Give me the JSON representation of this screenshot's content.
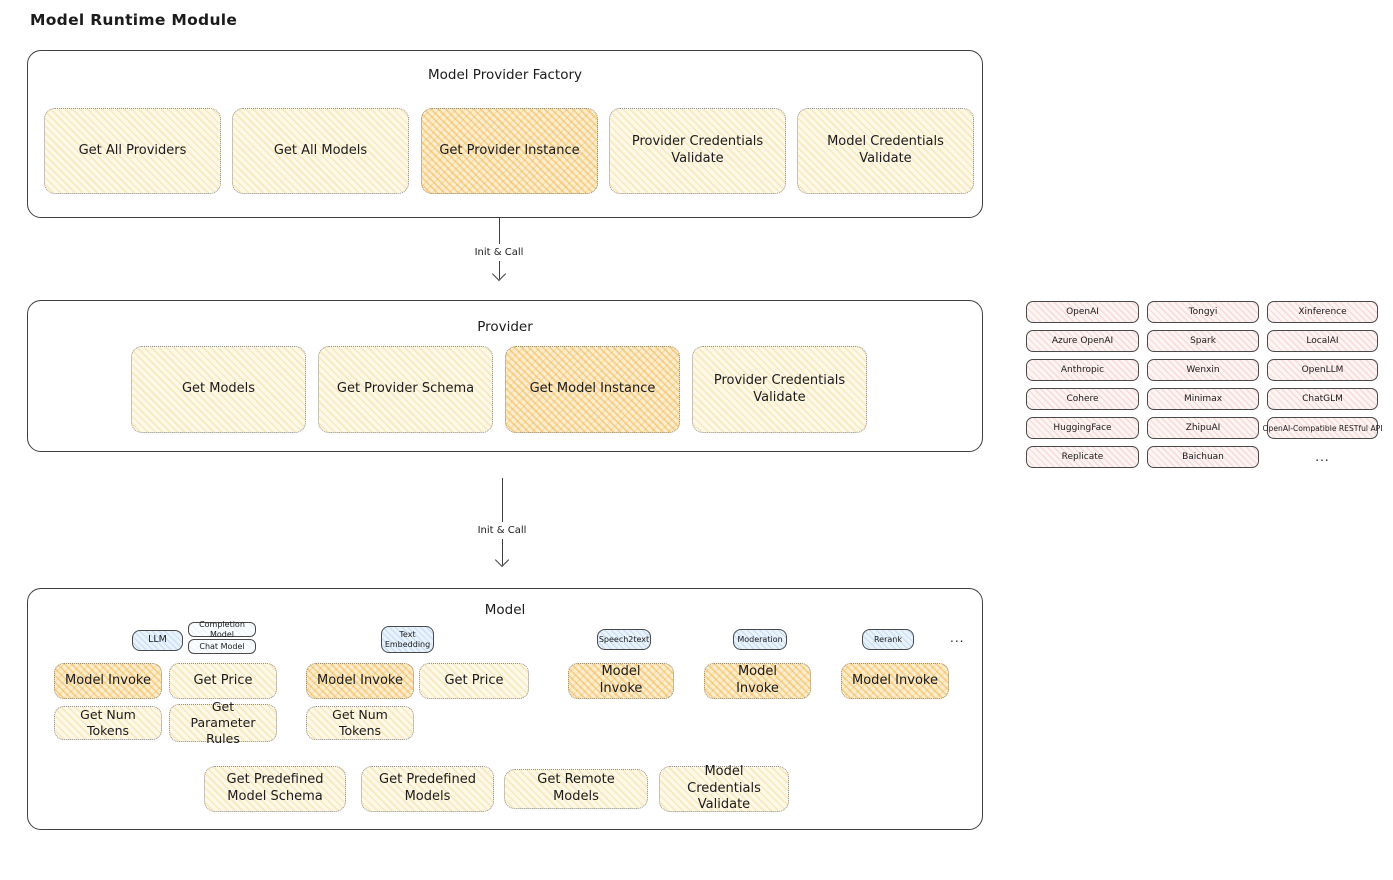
{
  "title": "Model Runtime Module",
  "factory": {
    "title": "Model Provider Factory",
    "methods": [
      "Get All Providers",
      "Get All Models",
      "Get Provider Instance",
      "Provider Credentials Validate",
      "Model Credentials Validate"
    ]
  },
  "arrow1": {
    "label": "Init & Call"
  },
  "arrow2": {
    "label": "Init & Call"
  },
  "provider": {
    "title": "Provider",
    "methods": [
      "Get Models",
      "Get Provider Schema",
      "Get Model Instance",
      "Provider Credentials Validate"
    ]
  },
  "providers": {
    "items": [
      "OpenAI",
      "Tongyi",
      "Xinference",
      "Azure OpenAI",
      "Spark",
      "LocalAI",
      "Anthropic",
      "Wenxin",
      "OpenLLM",
      "Cohere",
      "Minimax",
      "ChatGLM",
      "HuggingFace",
      "ZhipuAI",
      "OpenAI-Compatible RESTful API",
      "Replicate",
      "Baichuan"
    ],
    "more": "..."
  },
  "model": {
    "title": "Model",
    "types": {
      "llm": "LLM",
      "completion": "Completion Model",
      "chat": "Chat Model",
      "text_embedding": "Text Embedding",
      "speech2text": "Speech2text",
      "moderation": "Moderation",
      "rerank": "Rerank",
      "more": "..."
    },
    "methods": {
      "model_invoke": "Model Invoke",
      "get_price": "Get Price",
      "get_num_tokens": "Get Num Tokens",
      "get_parameter_rules": "Get Parameter Rules",
      "get_predefined_model_schema": "Get Predefined Model Schema",
      "get_predefined_models": "Get Predefined Models",
      "get_remote_models": "Get Remote Models",
      "model_credentials_validate": "Model Credentials Validate"
    }
  },
  "colors": {
    "border_dark": "#3d4043",
    "yellow_hatch": "#f2c461",
    "orange_hatch": "#f0a630",
    "pink_hatch": "#f5a0a0",
    "blue_hatch": "#82b4e4"
  }
}
